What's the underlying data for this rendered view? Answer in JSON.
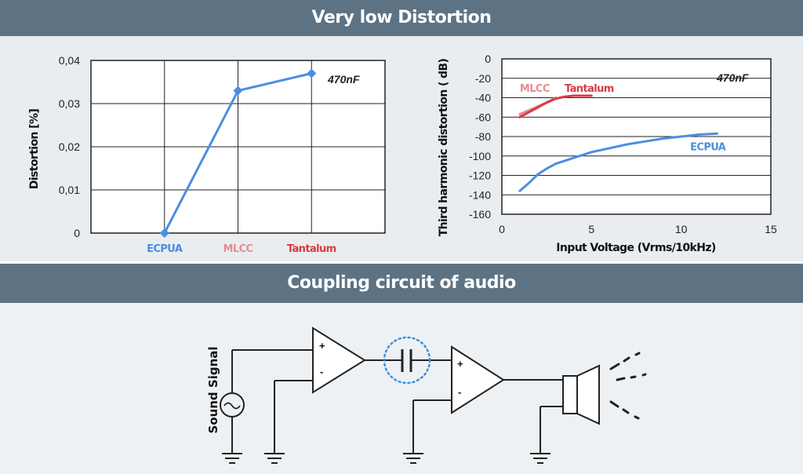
{
  "header": {
    "title": "Very low Distortion"
  },
  "section2": {
    "title": "Coupling circuit of audio"
  },
  "colors": {
    "banner": "#5d7384",
    "ecpua": "#4a8fe0",
    "mlcc": "#e88b93",
    "tantalum": "#d93a44",
    "circle": "#3b8fe0"
  },
  "chart_data": [
    {
      "type": "line",
      "ylabel": "Distortion [%]",
      "categories": [
        "ECPUA",
        "MLCC",
        "Tantalum"
      ],
      "values": [
        0.0,
        0.033,
        0.037
      ],
      "ylim": [
        0,
        0.04
      ],
      "ytick_labels": [
        "0",
        "0,01",
        "0,02",
        "0,03",
        "0,04"
      ],
      "note": "470nF",
      "grid": true
    },
    {
      "type": "line",
      "xlabel": "Input Voltage (Vrms/10kHz)",
      "ylabel": "Third harmonic distortion ( dB)",
      "xlim": [
        0,
        15
      ],
      "ylim": [
        -160,
        0
      ],
      "xtick_labels": [
        "0",
        "5",
        "10",
        "15"
      ],
      "ytick_labels": [
        "0",
        "-20",
        "-40",
        "-60",
        "-80",
        "-100",
        "-120",
        "-140",
        "-160"
      ],
      "note": "470nF",
      "grid": true,
      "series": [
        {
          "name": "MLCC",
          "x": [
            1,
            1.5,
            2,
            2.5,
            3
          ],
          "y": [
            -57,
            -53,
            -49,
            -45,
            -40
          ]
        },
        {
          "name": "Tantalum",
          "x": [
            1,
            1.5,
            2,
            2.5,
            3,
            3.5,
            4,
            4.5,
            5
          ],
          "y": [
            -60,
            -55,
            -50,
            -45,
            -41,
            -39,
            -38,
            -38,
            -38
          ]
        },
        {
          "name": "ECPUA",
          "x": [
            1,
            1.5,
            2,
            2.5,
            3,
            4,
            5,
            6,
            7,
            8,
            9,
            10,
            11,
            12
          ],
          "y": [
            -136,
            -128,
            -119,
            -113,
            -108,
            -102,
            -96,
            -92,
            -88,
            -85,
            -82,
            -80,
            -78,
            -77
          ]
        }
      ]
    }
  ],
  "circuit": {
    "signal_label": "Sound Signal",
    "plus": "+",
    "minus": "-"
  }
}
